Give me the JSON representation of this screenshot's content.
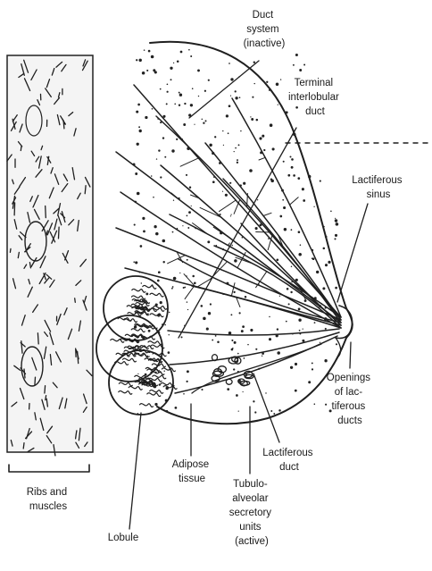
{
  "labels": {
    "duct_system": [
      "Duct",
      "system",
      "(inactive)"
    ],
    "terminal_duct": [
      "Terminal",
      "interlobular",
      "duct"
    ],
    "lactiferous_sinus": [
      "Lactiferous",
      "sinus"
    ],
    "openings": [
      "Openings",
      "of lac-",
      "tiferous",
      "ducts"
    ],
    "lactiferous_duct": [
      "Lactiferous",
      "duct"
    ],
    "adipose": [
      "Adipose",
      "tissue"
    ],
    "tubuloalveolar": [
      "Tubulo-",
      "alveolar",
      "secretory",
      "units",
      "(active)"
    ],
    "lobule": [
      "Lobule"
    ],
    "ribs": [
      "Ribs and",
      "muscles"
    ]
  },
  "colors": {
    "ink": "#1f1f1f",
    "background": "#ffffff"
  }
}
